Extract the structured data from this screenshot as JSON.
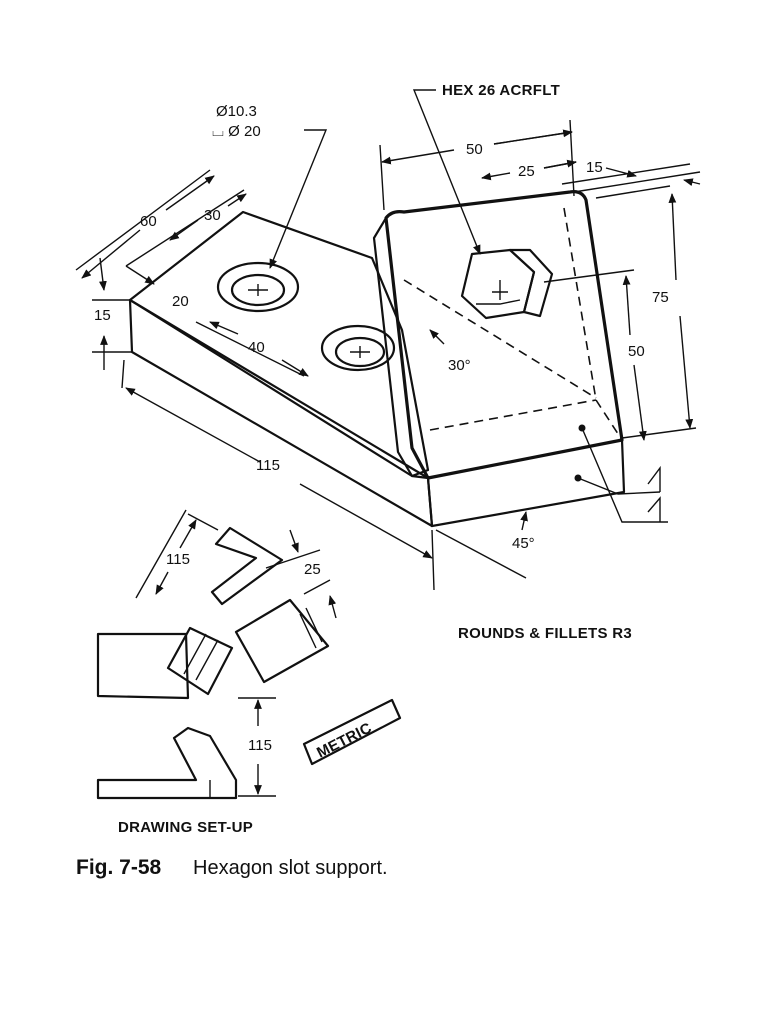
{
  "notes": {
    "hex": "HEX 26 ACRFLT",
    "hole_dia": "Ø10.3",
    "cbore": "⌴ Ø 20",
    "rounds": "ROUNDS & FILLETS R3",
    "metric": "METRIC",
    "setup": "DRAWING SET-UP"
  },
  "dims": {
    "d50_top": "50",
    "d25": "25",
    "d15_top": "15",
    "d75": "75",
    "d50_side": "50",
    "d60": "60",
    "d30": "30",
    "d20": "20",
    "d40": "40",
    "d15_left": "15",
    "d115": "115",
    "d30deg": "30°",
    "d45deg": "45°",
    "s115a": "115",
    "s25": "25",
    "s115b": "115"
  },
  "caption": {
    "number": "Fig. 7-58",
    "title": "Hexagon slot support."
  }
}
